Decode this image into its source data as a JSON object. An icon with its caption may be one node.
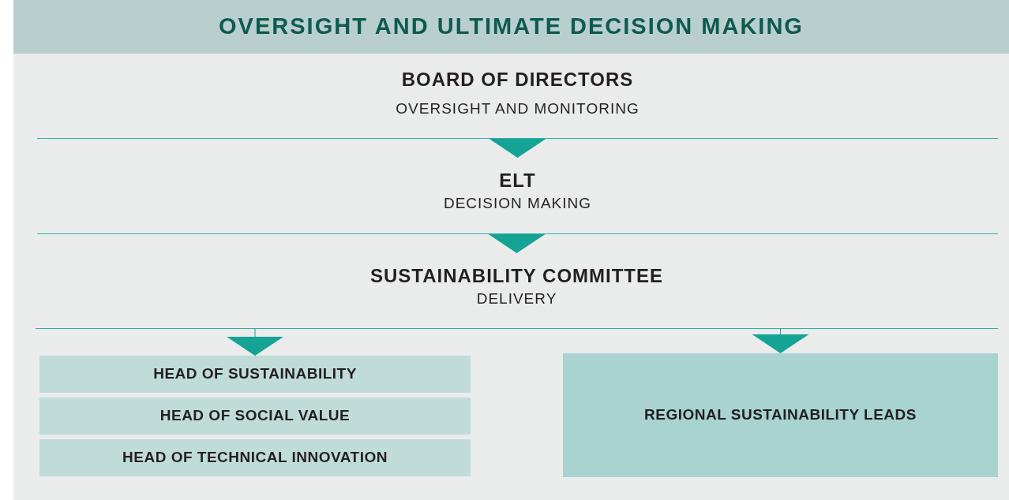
{
  "diagram": {
    "title": "OVERSIGHT AND ULTIMATE DECISION MAKING",
    "nodes": [
      {
        "text": [
          "BOARD OF DIRECTORS",
          "OVERSIGHT AND MONITORING"
        ]
      },
      {
        "text": [
          "ELT",
          "DECISION MAKING"
        ]
      },
      {
        "text": [
          "SUSTAINABILITY COMMITTEE",
          "DELIVERY"
        ]
      },
      {
        "text": [
          "HEAD OF SUSTAINABILITY"
        ]
      },
      {
        "text": [
          "HEAD OF SOCIAL VALUE"
        ]
      },
      {
        "text": [
          "HEAD OF TECHNICAL INNOVATION"
        ]
      },
      {
        "text": [
          "REGIONAL SUSTAINABILITY LEADS"
        ]
      }
    ],
    "edges": [
      {
        "from": 0,
        "to": 1,
        "arrow": "to"
      },
      {
        "from": 1,
        "to": 2,
        "arrow": "to"
      },
      {
        "from": 2,
        "to": 3,
        "arrow": "to"
      },
      {
        "from": 2,
        "to": 6,
        "arrow": "to"
      }
    ]
  }
}
